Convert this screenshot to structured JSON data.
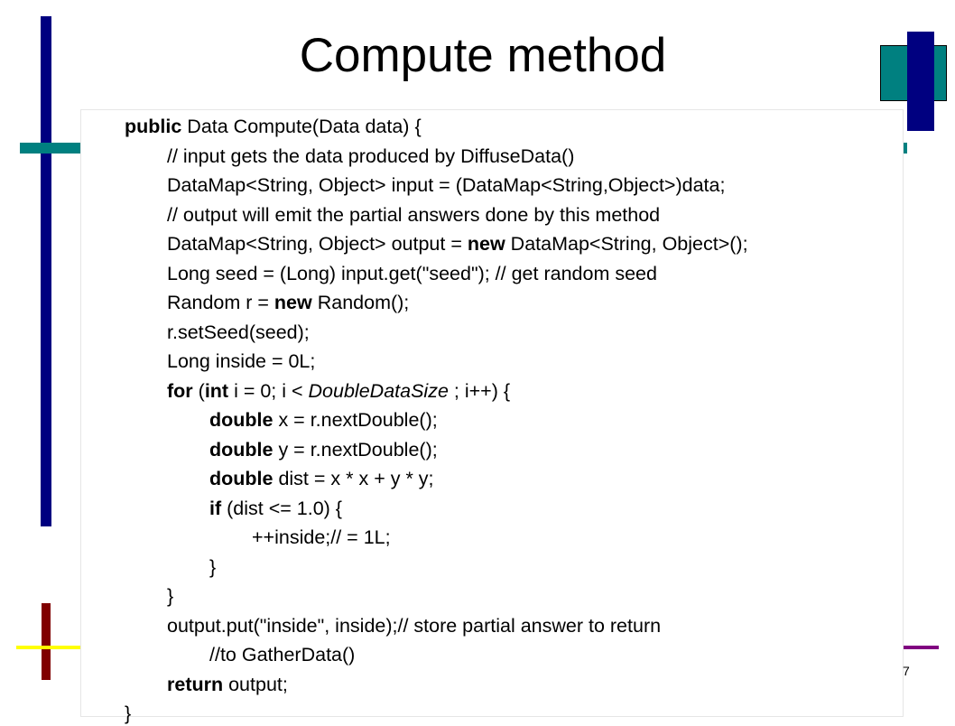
{
  "slide": {
    "title": "Compute method",
    "page_number": "7"
  },
  "code_lines": [
    [
      {
        "t": "public",
        "s": "kw"
      },
      {
        "t": " Data Compute(Data data) {"
      }
    ],
    [
      {
        "t": "// input gets the data produced by DiffuseData()"
      }
    ],
    [
      {
        "t": "DataMap<String, Object> input = (DataMap<String,Object>)data;"
      }
    ],
    [
      {
        "t": "// output will emit the partial answers done by this method"
      }
    ],
    [
      {
        "t": "DataMap<String, Object> output = "
      },
      {
        "t": "new",
        "s": "kw"
      },
      {
        "t": " DataMap<String, Object>();"
      }
    ],
    [
      {
        "t": "Long seed = (Long) input.get(\"seed\"); // get random seed"
      }
    ],
    [
      {
        "t": "Random r = "
      },
      {
        "t": "new",
        "s": "kw"
      },
      {
        "t": " Random();"
      }
    ],
    [
      {
        "t": "r.setSeed(seed);"
      }
    ],
    [
      {
        "t": "Long inside = 0L;"
      }
    ],
    [
      {
        "t": "for",
        "s": "kw"
      },
      {
        "t": " ("
      },
      {
        "t": "int",
        "s": "kw"
      },
      {
        "t": " i = 0; i < "
      },
      {
        "t": "DoubleDataSize",
        "s": "it"
      },
      {
        "t": " ; i++) {"
      }
    ],
    [
      {
        "t": "double",
        "s": "kw"
      },
      {
        "t": " x = r.nextDouble();"
      }
    ],
    [
      {
        "t": "double",
        "s": "kw"
      },
      {
        "t": " y = r.nextDouble();"
      }
    ],
    [
      {
        "t": "double",
        "s": "kw"
      },
      {
        "t": " dist = x * x + y * y;"
      }
    ],
    [
      {
        "t": "if",
        "s": "kw"
      },
      {
        "t": " (dist <= 1.0) {"
      }
    ],
    [
      {
        "t": "++inside;// = 1L;"
      }
    ],
    [
      {
        "t": "}"
      }
    ],
    [
      {
        "t": "}"
      }
    ],
    [
      {
        "t": "output.put(\"inside\", inside);// store partial answer to return"
      }
    ],
    [
      {
        "t": "//to GatherData()"
      }
    ],
    [
      {
        "t": "return",
        "s": "kw"
      },
      {
        "t": " output;"
      }
    ],
    [
      {
        "t": "}"
      }
    ]
  ],
  "colors": {
    "navy": "#000080",
    "teal": "#008080",
    "maroon": "#800000",
    "yellow": "#ffff00",
    "purple": "#800080"
  }
}
